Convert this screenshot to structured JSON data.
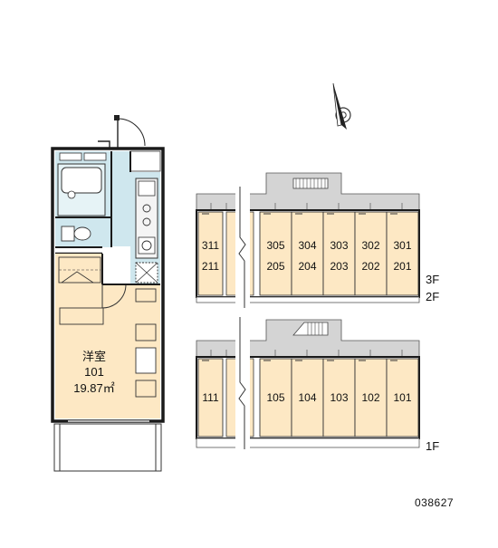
{
  "unit": {
    "room_type": "洋室",
    "room_number": "101",
    "area": "19.87㎡"
  },
  "upper_building": {
    "top_row": [
      "311",
      "305",
      "304",
      "303",
      "302",
      "301"
    ],
    "bottom_row": [
      "211",
      "205",
      "204",
      "203",
      "202",
      "201"
    ],
    "floor_labels": [
      "3F",
      "2F"
    ],
    "highlight_unit": "",
    "stair_icon": "stairs-icon"
  },
  "lower_building": {
    "units": [
      "111",
      "105",
      "104",
      "103",
      "102",
      "101"
    ],
    "floor_label": "1F",
    "stair_icon": "stairs-icon"
  },
  "compass_icon": "north-arrow-icon",
  "reference_code": "038627",
  "colors": {
    "unit_fill": "#fde8c4",
    "corridor_fill": "#d4d4d4",
    "wall": "#1a1a1a",
    "wet_area": "#cfe7ee",
    "room_fill": "#fde8c4"
  }
}
